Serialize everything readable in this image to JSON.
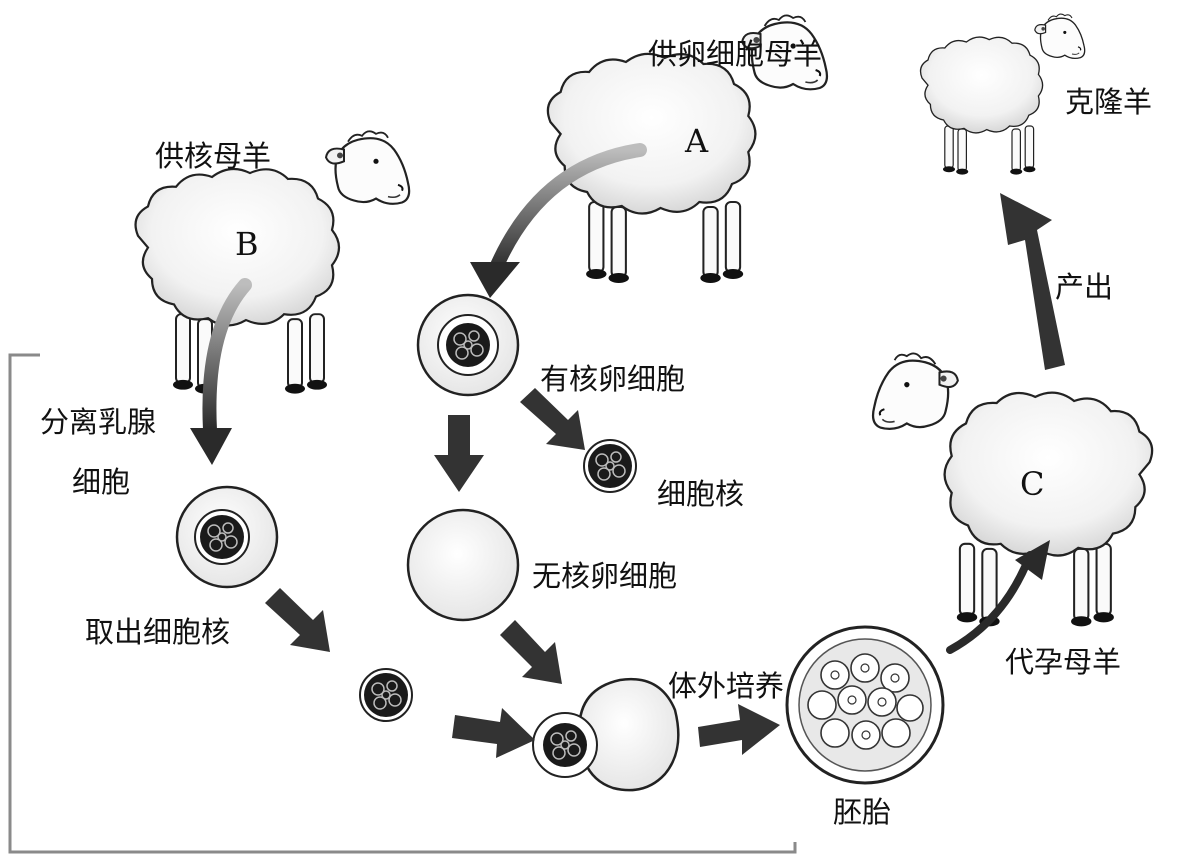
{
  "sheep": {
    "donor_egg": {
      "label": "供卵细胞母羊",
      "letter": "A"
    },
    "donor_nucleus": {
      "label": "供核母羊",
      "letter": "B"
    },
    "surrogate": {
      "label": "代孕母羊",
      "letter": "C"
    },
    "clone": {
      "label": "克隆羊"
    }
  },
  "steps": {
    "separate_mammary_line1": "分离乳腺",
    "separate_mammary_line2": "细胞",
    "take_nucleus": "取出细胞核",
    "nucleated_egg": "有核卵细胞",
    "nucleus": "细胞核",
    "enucleated_egg": "无核卵细胞",
    "in_vitro_culture": "体外培养",
    "embryo": "胚胎",
    "birth": "产出"
  }
}
